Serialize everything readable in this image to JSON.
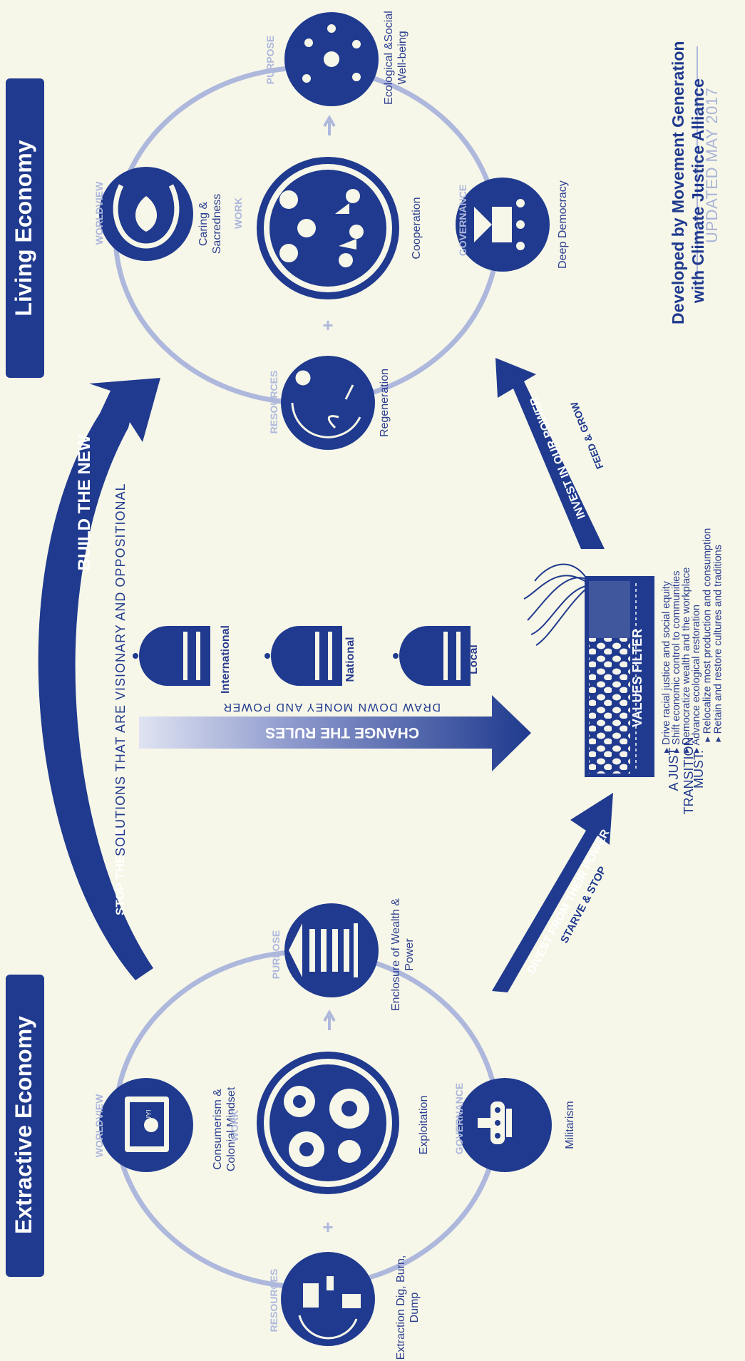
{
  "banners": {
    "extractive": "Extractive Economy",
    "living": "Living Economy"
  },
  "extractive": {
    "worldview": {
      "label": "WORLDVIEW",
      "text": "Consumerism & Colonial Mindset",
      "speech": "BUY!"
    },
    "work": {
      "label": "WORK",
      "text": "Exploitation"
    },
    "purpose": {
      "label": "PURPOSE",
      "text": "Enclosure of Wealth & Power"
    },
    "resources": {
      "label": "RESOURCES",
      "text": "Extraction Dig, Burn, Dump"
    },
    "governance": {
      "label": "GOVERNANCE",
      "text": "Militarism"
    }
  },
  "living": {
    "worldview": {
      "label": "WORLDVIEW",
      "text": "Caring & Sacredness"
    },
    "work": {
      "label": "WORK",
      "text": "Cooperation"
    },
    "purpose": {
      "label": "PURPOSE",
      "text": "Ecological &Social Well-being"
    },
    "resources": {
      "label": "RESOURCES",
      "text": "Regeneration"
    },
    "governance": {
      "label": "GOVERNANCE",
      "text": "Deep Democracy"
    }
  },
  "arrows": {
    "build_line1": "STOP THE BAD",
    "build_line2": "BUILD THE NEW",
    "build_sub": "SOLUTIONS THAT ARE VISIONARY AND OPPOSITIONAL",
    "change_rules": "CHANGE THE RULES",
    "draw_down": "DRAW DOWN MONEY AND POWER",
    "divest": "DIVEST FROM THEIR POWER",
    "starve": "STARVE & STOP",
    "invest": "INVEST IN OUR POWER",
    "feed": "FEED & GROW"
  },
  "government_levels": [
    "International",
    "National",
    "Local"
  ],
  "values_filter": {
    "label": "VALUES FILTER",
    "heading_line1": "A JUST",
    "heading_line2": "TRANSITION",
    "heading_line3": "MUST:",
    "bullets": [
      "Drive racial justice and social equity",
      "Shift economic control to communities",
      "Democratize wealth and the workplace",
      "Advance ecological restoration",
      "Relocalize most production and consumption",
      "Retain and restore cultures and traditions"
    ]
  },
  "credit": {
    "line1": "Developed by Movement Generation",
    "line2": "with Climate Justice Alliance",
    "updated": "UPDATED MAY 2017"
  },
  "colors": {
    "navy": "#1f3a8e",
    "light_ring": "#aeb8dc",
    "background": "#f7f7e9"
  }
}
